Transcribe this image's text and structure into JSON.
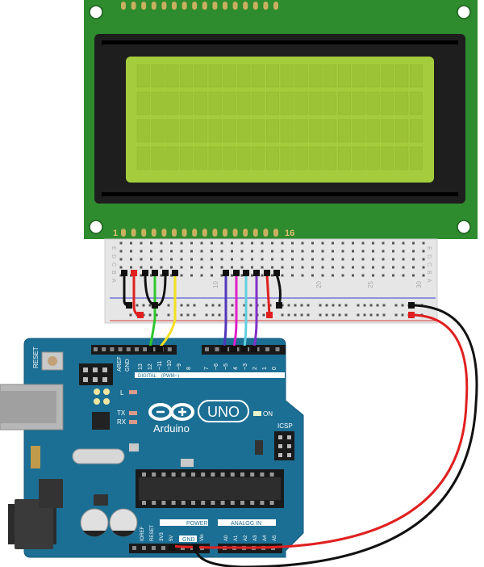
{
  "lcd": {
    "pin_first": "1",
    "pin_last": "16",
    "rows": 4,
    "cols": 20
  },
  "breadboard": {
    "row_letters": [
      "E",
      "D",
      "C",
      "B",
      "A"
    ],
    "col_numbers": [
      "10",
      "20",
      "25",
      "30"
    ]
  },
  "arduino": {
    "brand": "Arduino",
    "model": "UNO",
    "reset_label": "RESET",
    "aref_label": "AREF",
    "gnd_top_label": "GND",
    "digital_label": "DIGITAL",
    "pwm_label": "(PWM~)",
    "digital_pins": [
      "13",
      "12",
      "~11",
      "~10",
      "~9",
      "8",
      "7",
      "~6",
      "~5",
      "4",
      "~3",
      "2",
      "1",
      "0"
    ],
    "tx_label": "TX",
    "rx_label": "RX",
    "l_label": "L",
    "on_label": "ON",
    "icsp_label": "ICSP",
    "power_label": "POWER",
    "analog_label": "ANALOG IN",
    "bottom_pins": [
      "IOREF",
      "RESET",
      "3V3",
      "5V",
      "GND",
      "GND",
      "Vin",
      "A0",
      "A1",
      "A2",
      "A3",
      "A4",
      "A5"
    ],
    "gnd_bottom_label": "GND"
  },
  "colors": {
    "lcd_board": "#2e8b2e",
    "lcd_screen": "#a4cc3c",
    "arduino_board": "#1c6f94",
    "breadboard": "#e8e8e8"
  }
}
